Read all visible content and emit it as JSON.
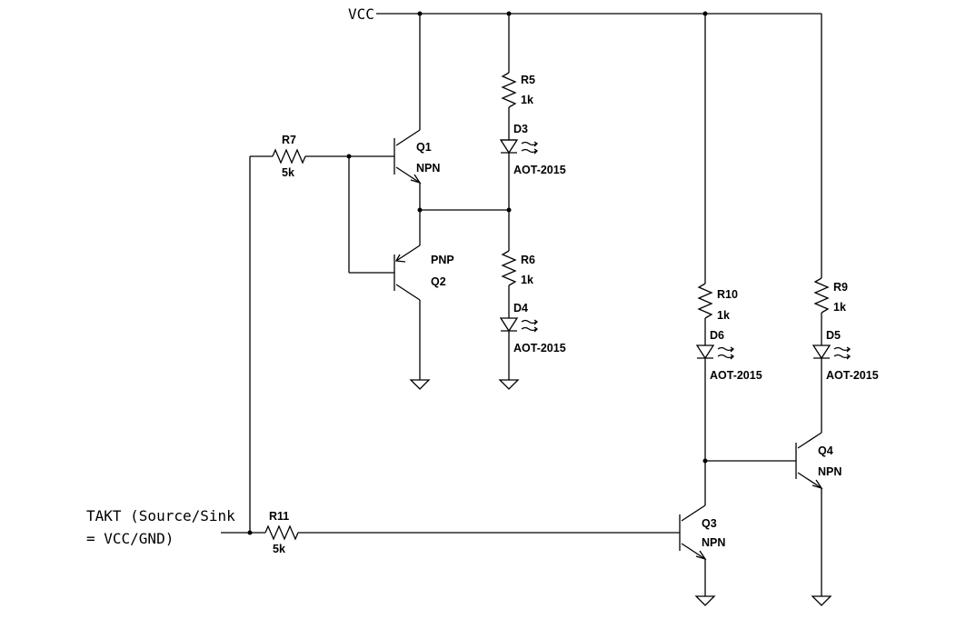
{
  "nets": {
    "vcc": "VCC",
    "takt_line1": "TAKT (Source/Sink",
    "takt_line2": "= VCC/GND)"
  },
  "components": {
    "R5": {
      "ref": "R5",
      "value": "1k"
    },
    "R6": {
      "ref": "R6",
      "value": "1k"
    },
    "R7": {
      "ref": "R7",
      "value": "5k"
    },
    "R9": {
      "ref": "R9",
      "value": "1k"
    },
    "R10": {
      "ref": "R10",
      "value": "1k"
    },
    "R11": {
      "ref": "R11",
      "value": "5k"
    },
    "D3": {
      "ref": "D3",
      "value": "AOT-2015"
    },
    "D4": {
      "ref": "D4",
      "value": "AOT-2015"
    },
    "D5": {
      "ref": "D5",
      "value": "AOT-2015"
    },
    "D6": {
      "ref": "D6",
      "value": "AOT-2015"
    },
    "Q1": {
      "ref": "Q1",
      "type": "NPN"
    },
    "Q2": {
      "ref": "Q2",
      "type": "PNP"
    },
    "Q3": {
      "ref": "Q3",
      "type": "NPN"
    },
    "Q4": {
      "ref": "Q4",
      "type": "NPN"
    }
  }
}
